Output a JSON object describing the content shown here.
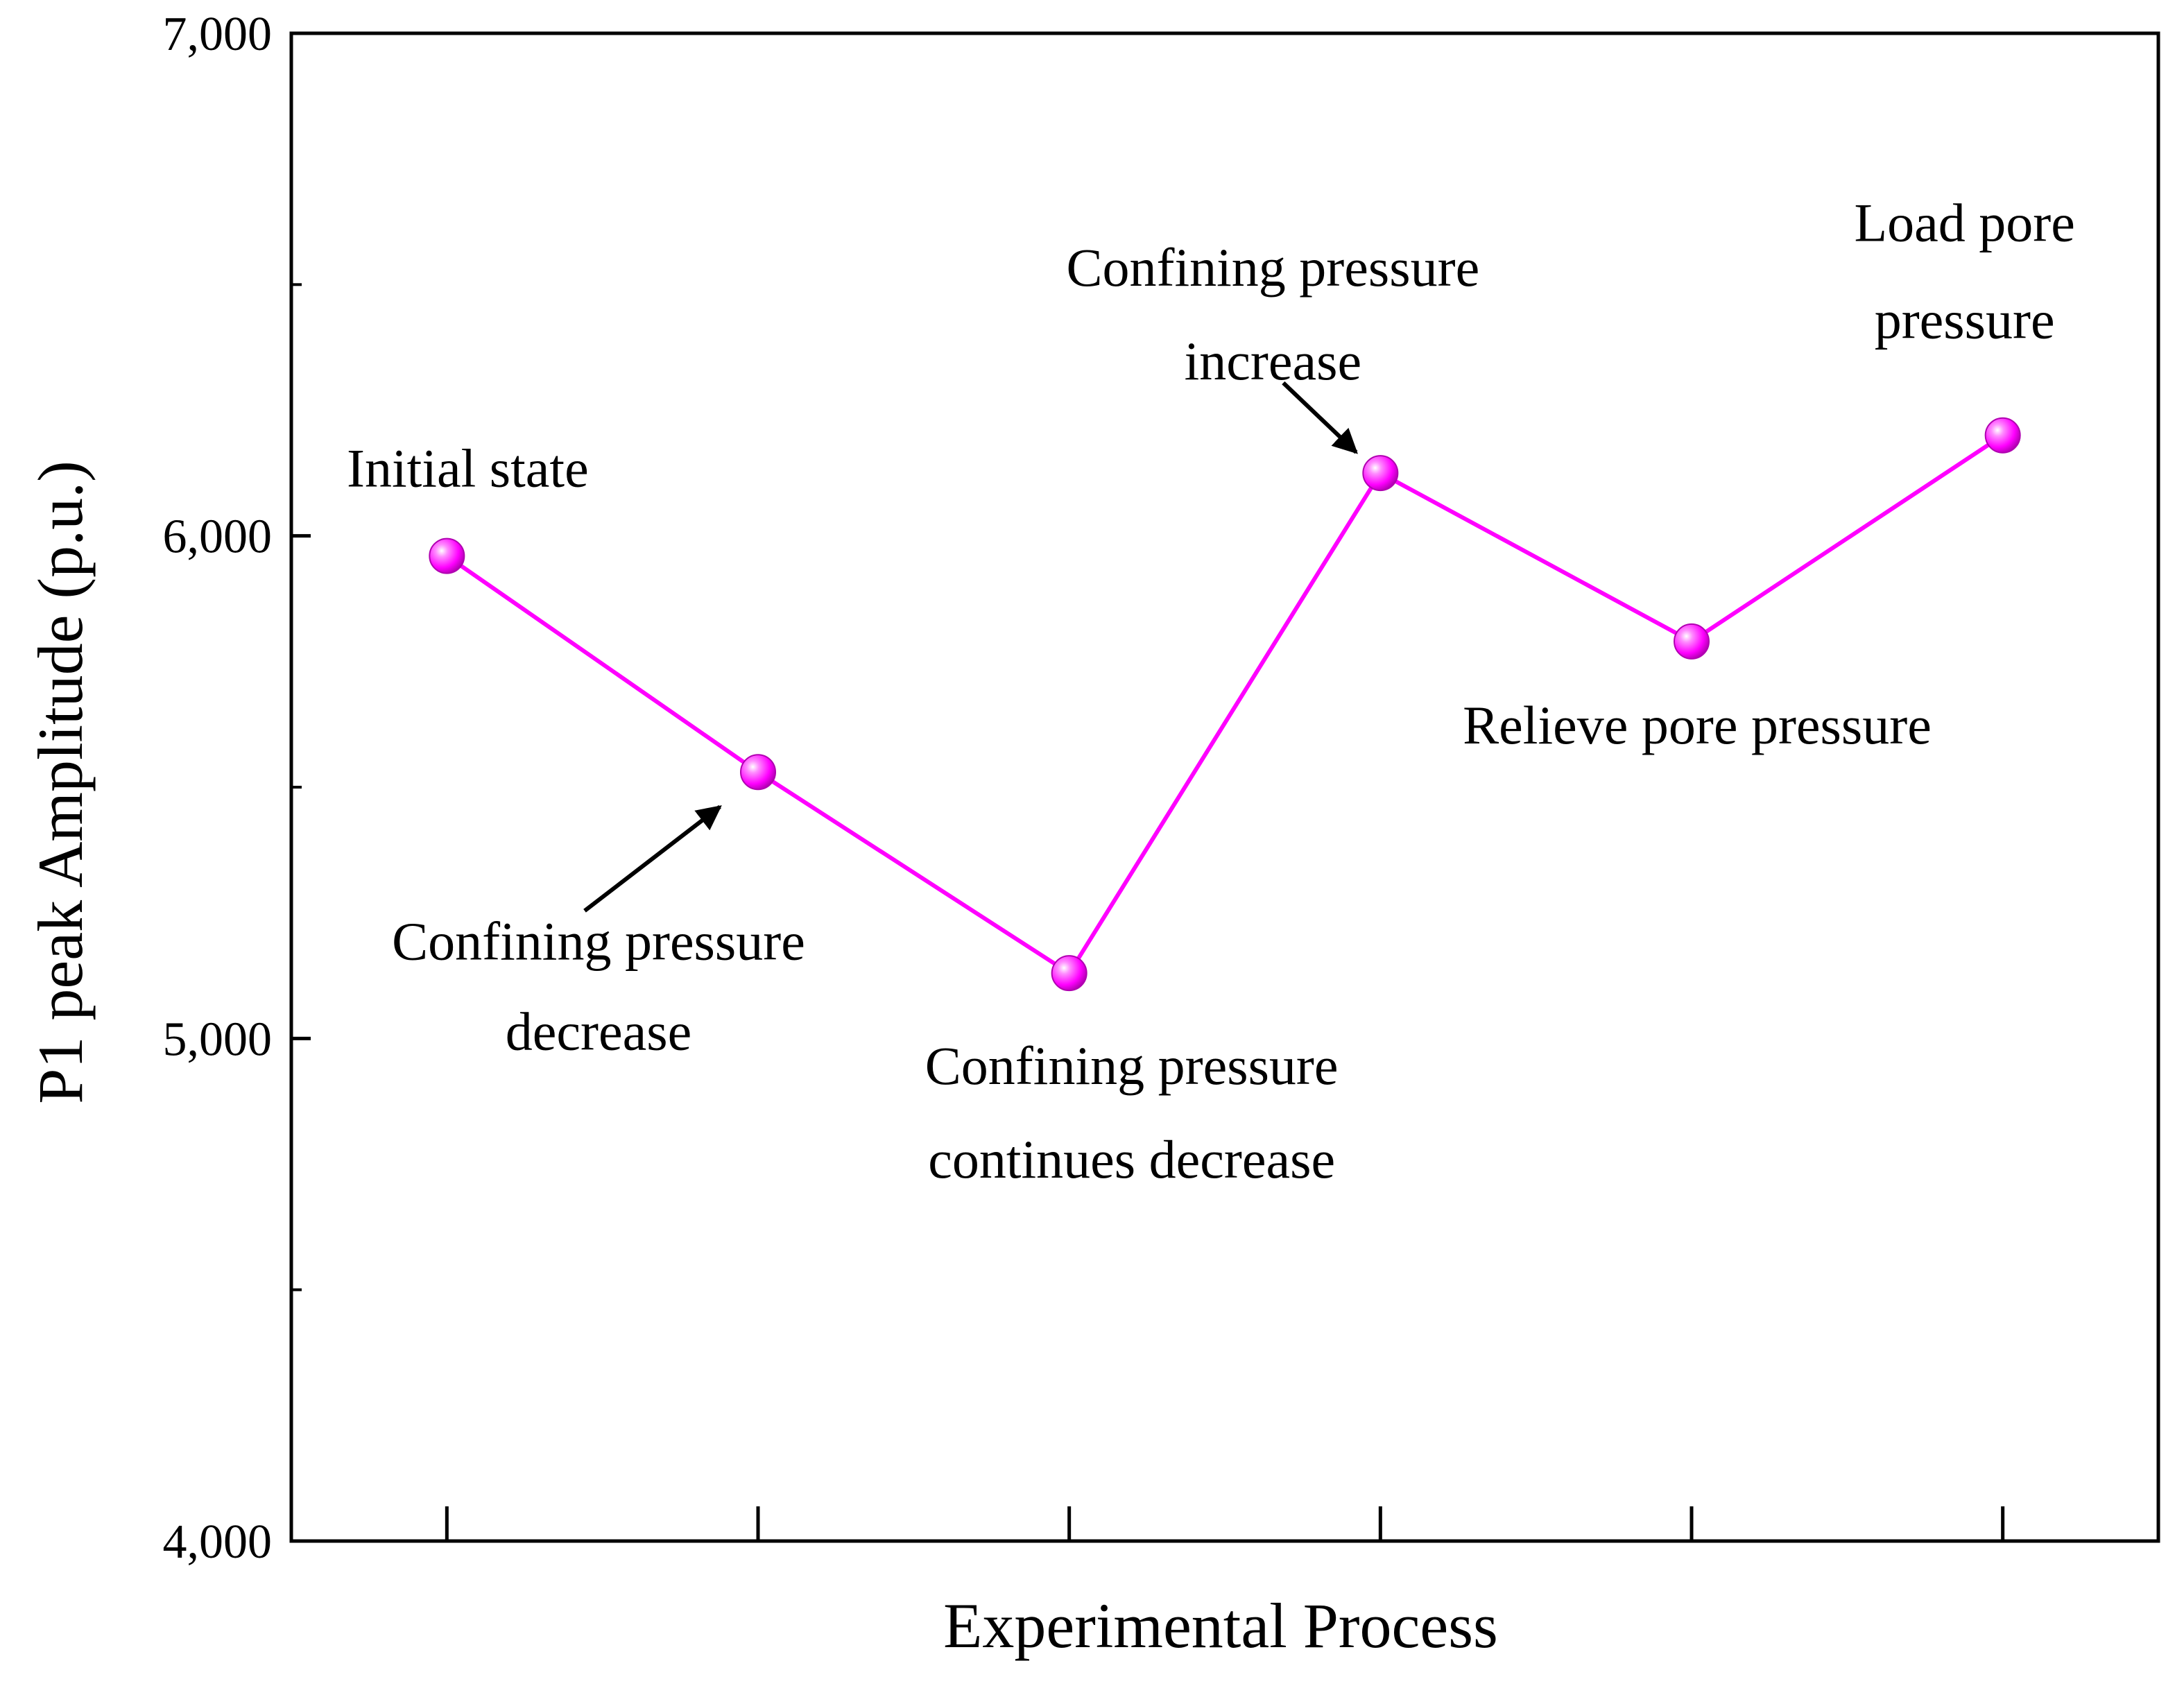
{
  "chart_data": {
    "type": "line",
    "xlabel": "Experimental Process",
    "ylabel": "P1 peak Amplitude (p.u.)",
    "ylim": [
      4000,
      7000
    ],
    "yticks": [
      {
        "value": 4000,
        "label": "4,000"
      },
      {
        "value": 5000,
        "label": "5,000"
      },
      {
        "value": 6000,
        "label": "6,000"
      },
      {
        "value": 7000,
        "label": "7,000"
      }
    ],
    "x": [
      1,
      2,
      3,
      4,
      5,
      6
    ],
    "xlim": [
      0.5,
      6.5
    ],
    "series": [
      {
        "values": [
          5960,
          5530,
          5130,
          6125,
          5790,
          6200
        ],
        "color": "#ff00ff"
      }
    ],
    "annotations": [
      {
        "lines": [
          "Initial state"
        ]
      },
      {
        "lines": [
          "Confining pressure",
          "decrease"
        ]
      },
      {
        "lines": [
          "Confining pressure",
          "continues decrease"
        ]
      },
      {
        "lines": [
          "Confining pressure",
          "increase"
        ]
      },
      {
        "lines": [
          "Relieve pore pressure"
        ]
      },
      {
        "lines": [
          "Load pore",
          "pressure"
        ]
      }
    ],
    "grid": false,
    "legend": "none"
  }
}
